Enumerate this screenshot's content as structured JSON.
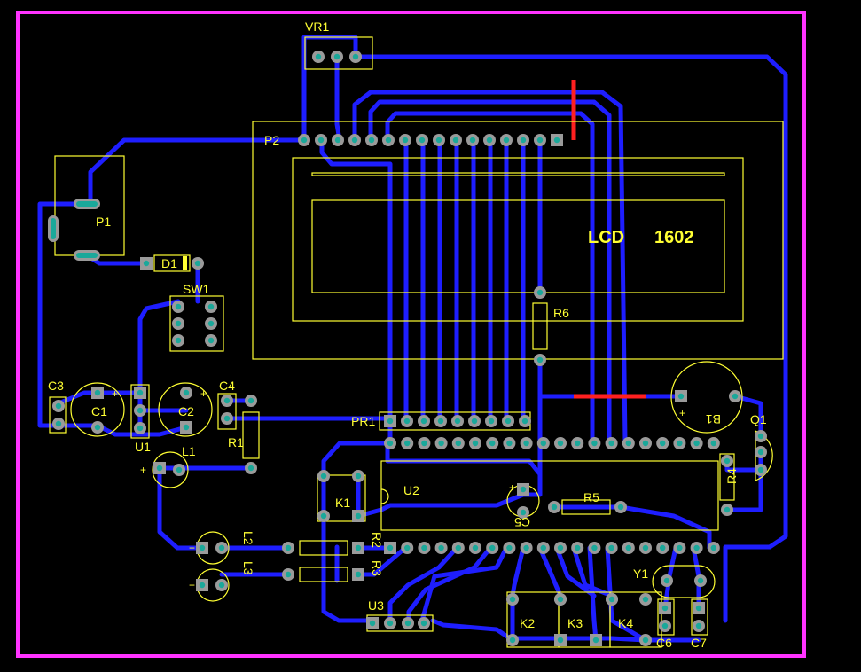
{
  "board": {
    "colors": {
      "outline": "#ff33ff",
      "trace": "#1e1eff",
      "jumper": "#ff2020",
      "silkscreen": "#ffff33",
      "pad": "#9a9a9a",
      "drill": "#1aa89a"
    }
  },
  "labels": {
    "vr1": "VR1",
    "p2": "P2",
    "p1": "P1",
    "d1": "D1",
    "sw1": "SW1",
    "lcd_title": "LCD",
    "lcd_model": "1602",
    "r6": "R6",
    "c3": "C3",
    "c1": "C1",
    "c2": "C2",
    "c4": "C4",
    "u1": "U1",
    "r1": "R1",
    "l1": "L1",
    "pr1": "PR1",
    "u2": "U2",
    "k1": "K1",
    "c5": "C5",
    "r5": "R5",
    "r4": "R4",
    "q1": "Q1",
    "b1": "B1",
    "l2": "L2",
    "l3": "L3",
    "r2": "R2",
    "r3": "R3",
    "u3": "U3",
    "y1": "Y1",
    "k2": "K2",
    "k3": "K3",
    "k4": "K4",
    "c6": "C6",
    "c7": "C7",
    "plus": "+"
  }
}
